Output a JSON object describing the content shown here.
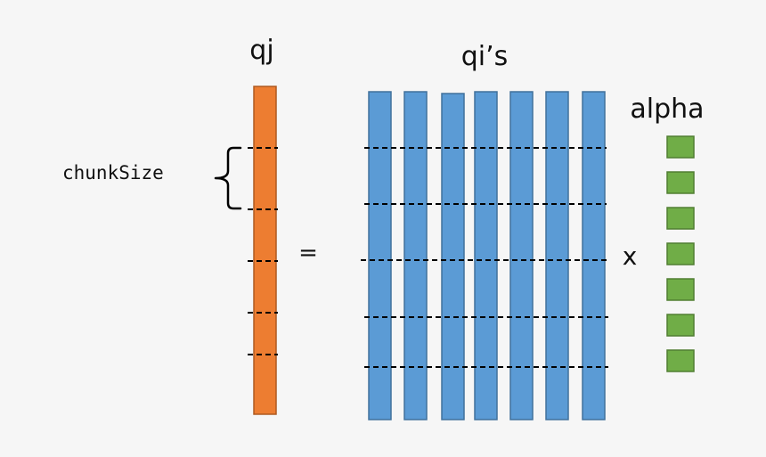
{
  "labels": {
    "qj": "qj",
    "qis": "qi’s",
    "alpha": "alpha",
    "chunk_size": "chunkSize",
    "equals": "=",
    "times": "x"
  },
  "colors": {
    "qj_fill": "#ed7d31",
    "qj_stroke": "#ae5a21",
    "qi_fill": "#5b9bd5",
    "qi_stroke": "#41719c",
    "alpha_fill": "#70ad47",
    "alpha_stroke": "#507e32"
  },
  "qi_column_count": 7,
  "alpha_count": 7
}
